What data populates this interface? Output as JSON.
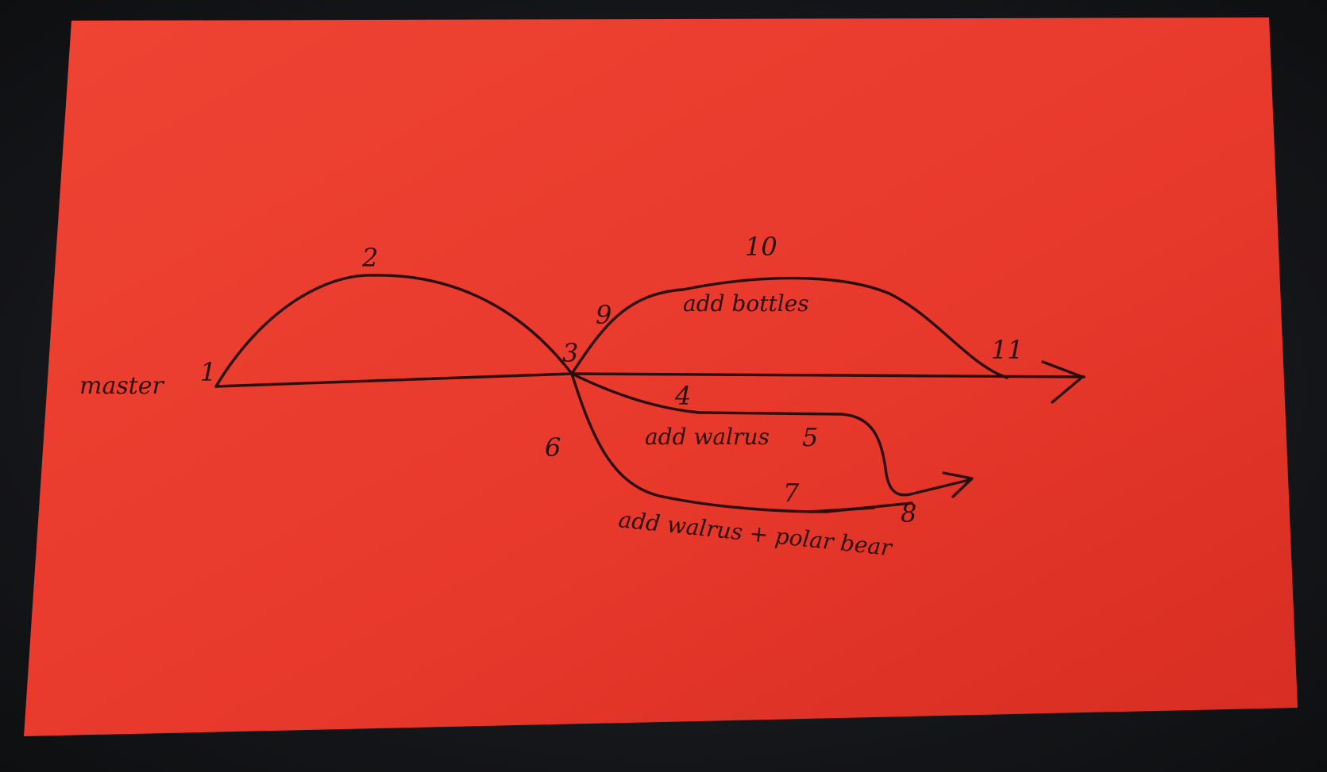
{
  "diagram": {
    "branch_label": "master",
    "commits": [
      "1",
      "2",
      "3",
      "4",
      "5",
      "6",
      "7",
      "8",
      "9",
      "10",
      "11"
    ],
    "branch_notes": {
      "bottles": "add bottles",
      "walrus": "add walrus",
      "walrus_polar_bear": "add walrus + polar bear"
    }
  },
  "colors": {
    "paper": "#e8392c",
    "ink": "#2a0d0a",
    "background": "#141518"
  }
}
